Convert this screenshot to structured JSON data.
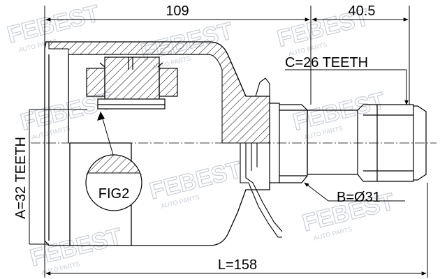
{
  "dimensions": {
    "overall_top": "109",
    "spline_top": "40.5",
    "outer_teeth": "C=26 TEETH",
    "inner_teeth": "A=32 TEETH",
    "shaft_diameter": "B=Ø31",
    "total_length": "L=158"
  },
  "callout": {
    "label": "FIG2"
  },
  "watermark": {
    "brand": "FEBEST",
    "tagline": "AUTO PARTS"
  },
  "colors": {
    "line": "#000000",
    "watermark": "#c9ced6",
    "hatch": "#000000"
  }
}
